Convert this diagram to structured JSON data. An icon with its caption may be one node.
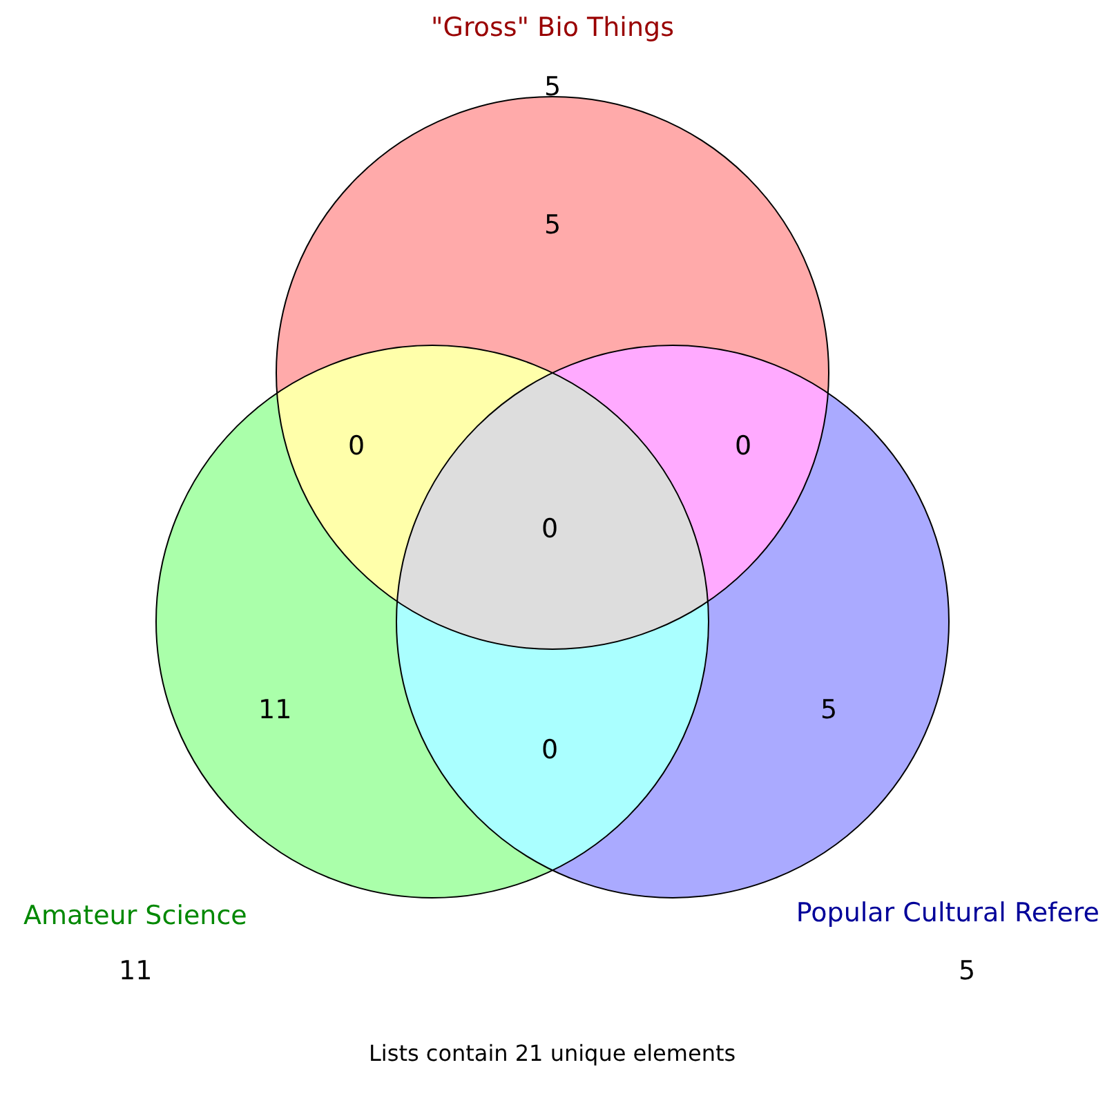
{
  "diagram": {
    "nodes": [
      {
        "text": [
          "\"Gross\" Bio Things"
        ],
        "beside": [
          "5"
        ]
      },
      {
        "text": [
          "Amateur Science"
        ],
        "beside": [
          "11"
        ]
      },
      {
        "text": [
          "Popular Cultural Refere"
        ],
        "beside": [
          "5"
        ]
      }
    ],
    "edges": [],
    "labels": [
      "5",
      "0",
      "0",
      "0",
      "11",
      "0",
      "5"
    ],
    "caption": "Lists contain 21 unique elements"
  }
}
